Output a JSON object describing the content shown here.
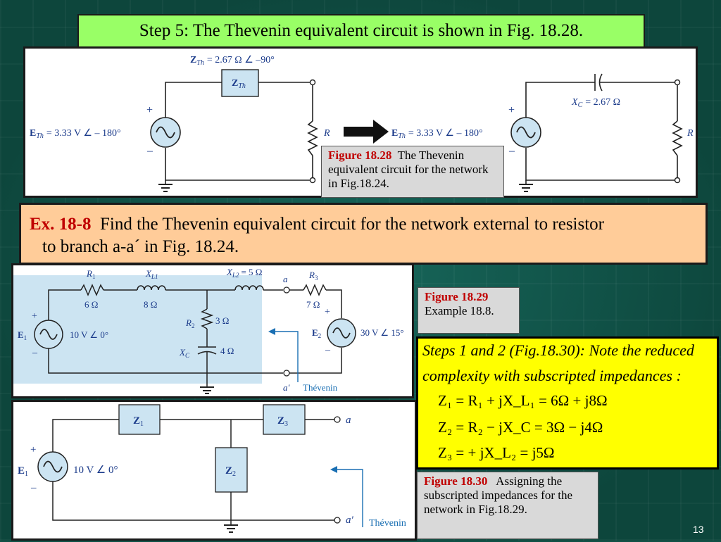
{
  "slide": {
    "title": "Step 5: The Thevenin equivalent circuit is shown in Fig. 18.28.",
    "page_number": "13"
  },
  "fig28": {
    "zth_label": "Z",
    "zth_sub": "Th",
    "zth_value": "= 2.67 Ω ∠ –90°",
    "eth_label": "E",
    "eth_sub": "Th",
    "eth_value": "= 3.33 V ∠ – 180°",
    "r_label": "R",
    "xc_label": "X",
    "xc_sub": "C",
    "xc_value": "= 2.67 Ω",
    "plus": "+",
    "minus": "–",
    "caption_fig": "Figure 18.28",
    "caption_text": "The Thevenin equivalent circuit for the network in Fig.18.24."
  },
  "example": {
    "label": "Ex. 18-8",
    "line1": "Find the Thevenin equivalent circuit for the network external to resistor",
    "line2": "to branch a-a´ in Fig. 18.24."
  },
  "fig29": {
    "r1": "R",
    "r1_sub": "1",
    "r1_val": "6 Ω",
    "xl1": "X",
    "xl1_sub": "L1",
    "xl1_val": "8 Ω",
    "xl2": "X",
    "xl2_sub": "L2",
    "xl2_val": "= 5 Ω",
    "r3": "R",
    "r3_sub": "3",
    "r3_val": "7 Ω",
    "r2": "R",
    "r2_sub": "2",
    "r2_val": "3 Ω",
    "xc": "X",
    "xc_sub": "C",
    "xc_val": "4 Ω",
    "e1": "E",
    "e1_sub": "1",
    "e1_val": "10 V ∠ 0°",
    "e2": "E",
    "e2_sub": "2",
    "e2_val": "30 V ∠ 15°",
    "node_a": "a",
    "node_a2": "a′",
    "thevenin": "Thévenin",
    "caption_fig": "Figure 18.29",
    "caption_text": "Example 18.8."
  },
  "fig30": {
    "z1": "Z",
    "z1_sub": "1",
    "z2": "Z",
    "z2_sub": "2",
    "z3": "Z",
    "z3_sub": "3",
    "e1": "E",
    "e1_sub": "1",
    "e1_val": "10 V ∠ 0°",
    "node_a": "a",
    "node_a2": "a′",
    "thevenin": "Thévenin",
    "caption_fig": "Figure 18.30",
    "caption_text": "Assigning the subscripted impedances for the network in Fig.18.29."
  },
  "steps": {
    "line1": "Steps 1 and 2 (Fig.18.30): Note the reduced",
    "line2": "complexity with subscripted impedances :",
    "eq1": "Z₁ = R₁ + jX_L₁ = 6Ω + j8Ω",
    "eq2": "Z₂ = R₂ − jX_C = 3Ω − j4Ω",
    "eq3": "Z₃ = + jX_L₂ = j5Ω"
  }
}
